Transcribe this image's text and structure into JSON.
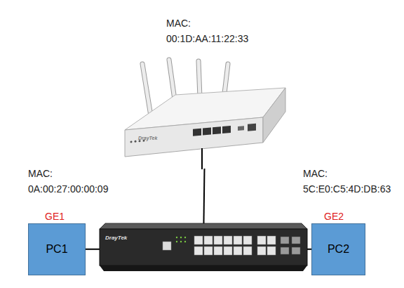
{
  "diagram": {
    "nodes": [
      {
        "text": [
          "MAC: 00:1D:AA:11:22:33",
          "DrayTek"
        ]
      },
      {
        "text": [
          "PC1"
        ]
      },
      {
        "text": [
          "DrayTek"
        ]
      },
      {
        "text": [
          "PC2"
        ]
      }
    ],
    "edges": [
      {
        "from": 0,
        "to": 2,
        "arrow": "none"
      },
      {
        "from": 1,
        "to": 2,
        "arrow": "none"
      },
      {
        "from": 2,
        "to": 3,
        "arrow": "none"
      }
    ],
    "labels": [
      "MAC: 0A:00:27:00:00:09",
      "GE1",
      "MAC: 5C:E0:C5:4D:DB:63",
      "GE2"
    ]
  }
}
